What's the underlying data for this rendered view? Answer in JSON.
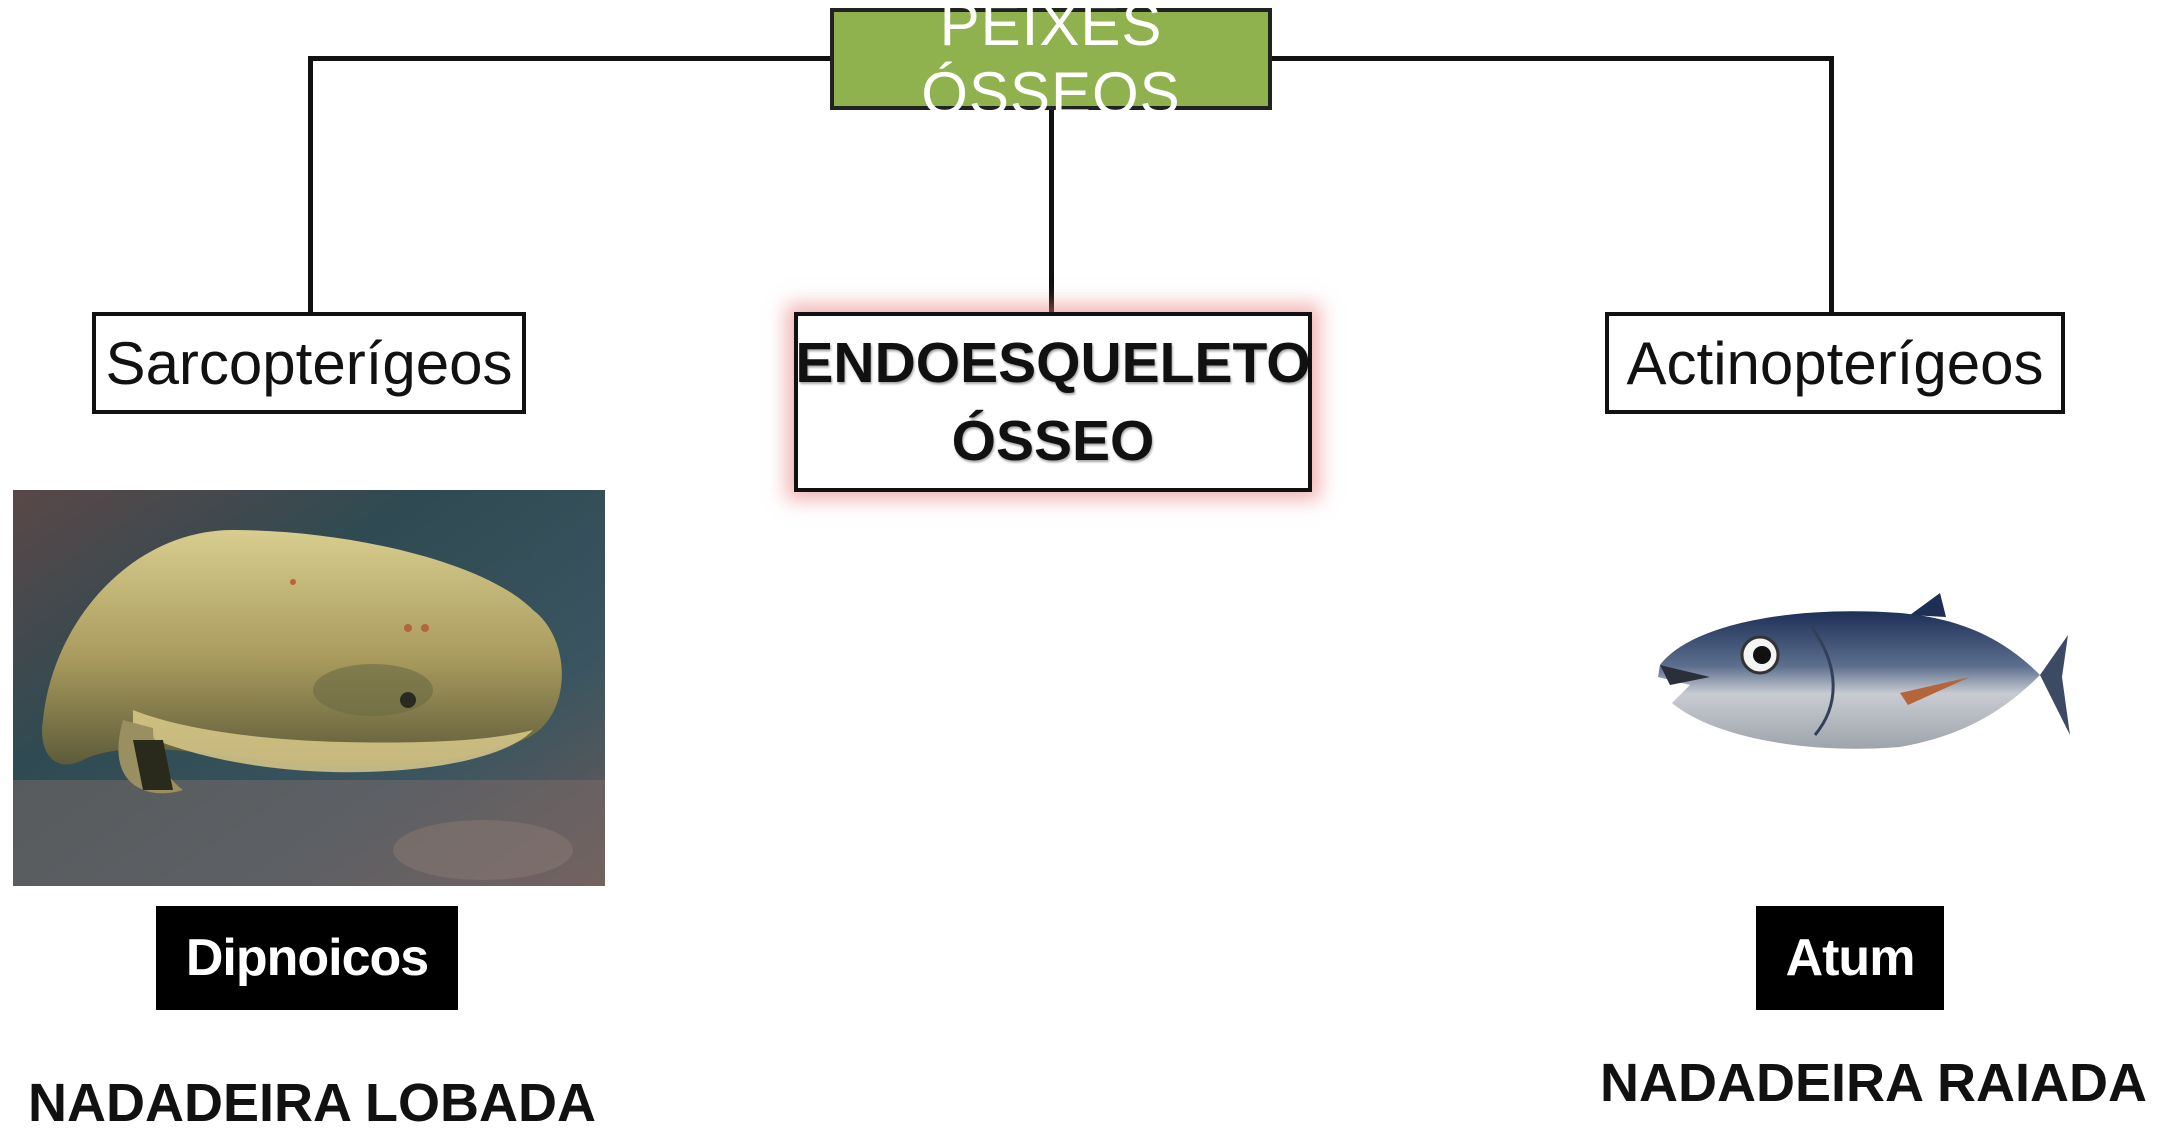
{
  "root": {
    "label": "PEIXES ÓSSEOS",
    "color": "#8fb24f"
  },
  "branches": {
    "left": {
      "label": "Sarcopterígeos"
    },
    "center": {
      "line1": "ENDOESQUELETO",
      "line2": "ÓSSEO"
    },
    "right": {
      "label": "Actinopterígeos"
    }
  },
  "examples": {
    "left": {
      "name": "Dipnoicos",
      "trait": "NADADEIRA LOBADA",
      "image_icon": "lungfish-photo"
    },
    "right": {
      "name": "Atum",
      "trait": "NADADEIRA RAIADA",
      "image_icon": "tuna-photo"
    }
  }
}
